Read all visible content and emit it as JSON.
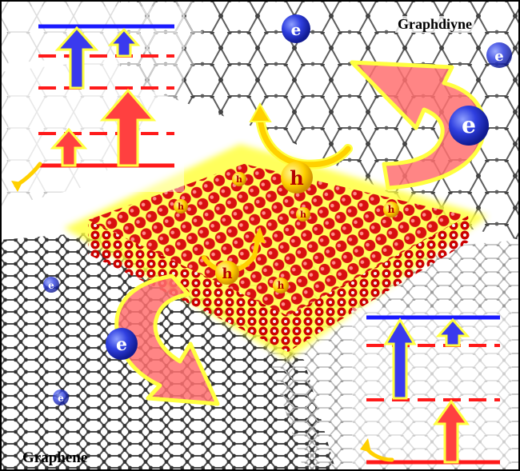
{
  "labels": {
    "top_right_material": "Graphdiyne",
    "bottom_left_material": "Graphene"
  },
  "charges": {
    "electron": "e",
    "hole": "h"
  },
  "colors": {
    "conduction_band": "#1a1aff",
    "excited_level": "#ff1a1a",
    "electron_arrow": "#3a3aee",
    "hole_arrow": "#ff4040",
    "glow": "#ffff40",
    "transfer_arrow": "#ff7070",
    "particle": "#e01010"
  }
}
